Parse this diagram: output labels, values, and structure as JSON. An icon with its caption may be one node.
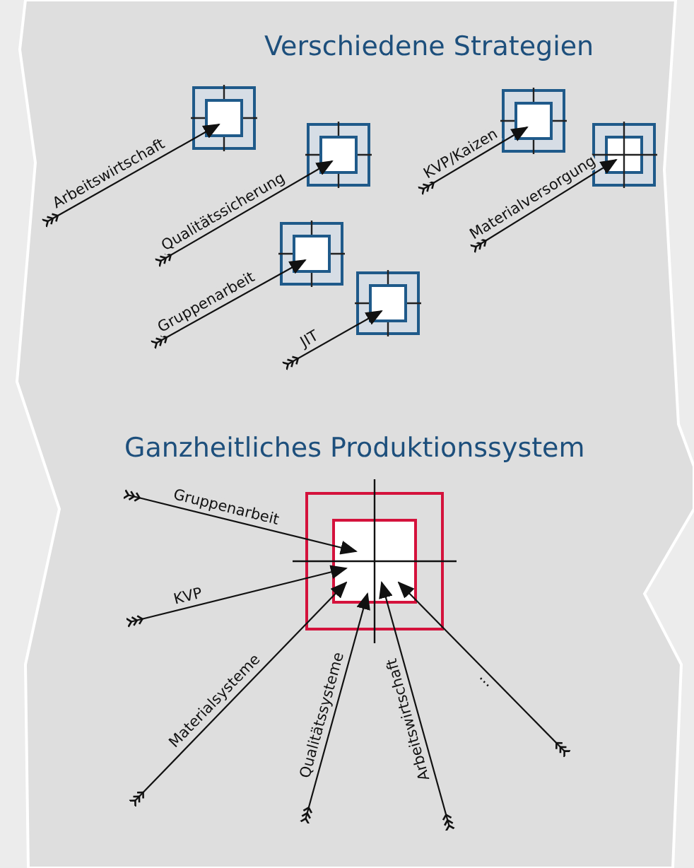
{
  "diagram": {
    "nodes": [
      {
        "text": [],
        "shape": "box"
      },
      {
        "text": [],
        "shape": "box"
      },
      {
        "text": [],
        "shape": "box"
      },
      {
        "text": [],
        "shape": "box"
      },
      {
        "text": [],
        "shape": "box"
      },
      {
        "text": [],
        "shape": "box"
      },
      {
        "text": [],
        "shape": "box"
      }
    ],
    "edges": [
      {
        "from": null,
        "to": 0,
        "arrow": "to",
        "label": "Arbeitswirtschaft"
      },
      {
        "from": null,
        "to": 2,
        "arrow": "to",
        "label": "Qualitätssicherung"
      },
      {
        "from": null,
        "to": 1,
        "arrow": "to",
        "label": "KVP/Kaizen"
      },
      {
        "from": null,
        "to": 3,
        "arrow": "to",
        "label": "Materialversorgung"
      },
      {
        "from": null,
        "to": 4,
        "arrow": "to",
        "label": "Gruppenarbeit"
      },
      {
        "from": null,
        "to": 5,
        "arrow": "to",
        "label": "JIT"
      },
      {
        "from": null,
        "to": 6,
        "arrow": "to",
        "label": "Gruppenarbeit"
      },
      {
        "from": null,
        "to": 6,
        "arrow": "to",
        "label": "KVP"
      },
      {
        "from": null,
        "to": 6,
        "arrow": "to",
        "label": "Materialsysteme"
      },
      {
        "from": null,
        "to": 6,
        "arrow": "to",
        "label": "Qualitätssysteme"
      },
      {
        "from": null,
        "to": 6,
        "arrow": "to",
        "label": "Arbeitswirtschaft"
      },
      {
        "from": null,
        "to": 6,
        "arrow": "to",
        "label": "..."
      }
    ],
    "labels": [
      "Verschiedene Strategien",
      "Ganzheitliches Produktionssystem"
    ]
  }
}
